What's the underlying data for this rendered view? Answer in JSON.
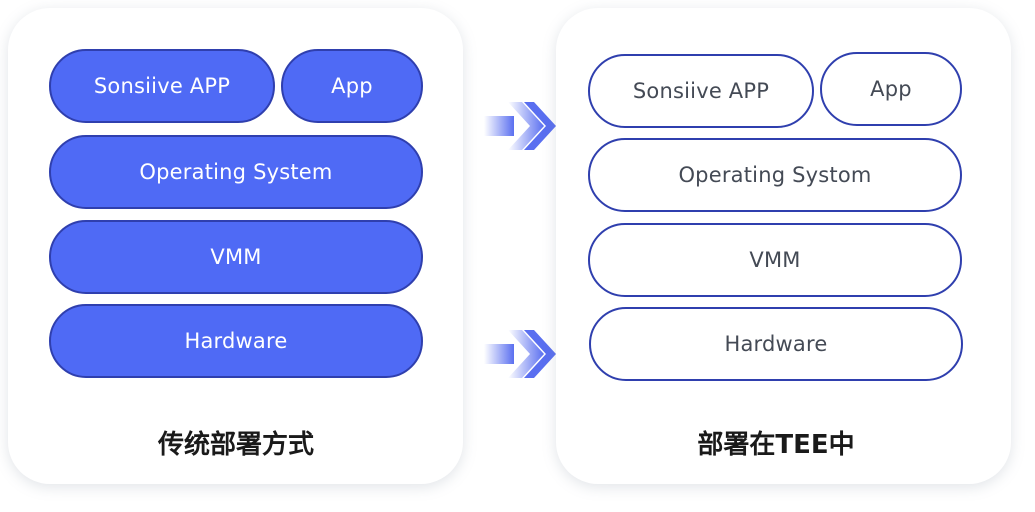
{
  "left_panel": {
    "layers": {
      "sensitive_app": "Sonsiive APP",
      "app": "App",
      "os": "Operating System",
      "vmm": "VMM",
      "hardware": "Hardware"
    },
    "caption": "传统部署方式"
  },
  "right_panel": {
    "layers": {
      "sensitive_app": "Sonsiive APP",
      "app": "App",
      "os": "Operating Systom",
      "vmm": "VMM",
      "hardware": "Hardware"
    },
    "caption": "部署在TEE中"
  },
  "colors": {
    "fill": "#4f6af5",
    "border": "#2f3fae",
    "arrow": "#5a6ff0"
  },
  "icons": [
    "double-arrow-right-icon",
    "double-arrow-right-icon"
  ]
}
